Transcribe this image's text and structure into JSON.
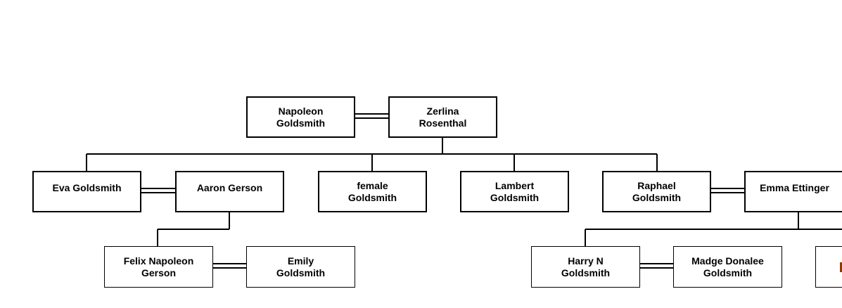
{
  "people": {
    "napoleon_goldsmith": "Napoleon\nGoldsmith",
    "zerlina_rosenthal": "Zerlina\nRosenthal",
    "eva_goldsmith": "Eva Goldsmith",
    "aaron_gerson": "Aaron Gerson",
    "female_goldsmith": "female\nGoldsmith",
    "lambert_goldsmith": "Lambert\nGoldsmith",
    "raphael_goldsmith": "Raphael\nGoldsmith",
    "emma_ettinger": "Emma Ettinger",
    "felix_napoleon_gerson": "Felix Napoleon\nGerson",
    "emily_goldsmith": "Emily\nGoldsmith",
    "harry_n_goldsmith": "Harry N\nGoldsmith",
    "madge_donalee_goldsmith": "Madge Donalee\nGoldsmith"
  },
  "colors": {
    "line": "#000000",
    "box_border": "#000000",
    "background": "#ffffff",
    "partial_text": "#8b3a00"
  }
}
